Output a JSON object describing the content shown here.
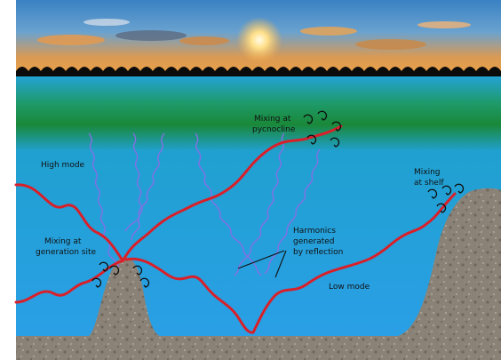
{
  "labels": {
    "high_mode": "High mode",
    "mixing_pycnocline_1": "Mixing at",
    "mixing_pycnocline_2": "pycnocline",
    "mixing_shelf_1": "Mixing",
    "mixing_shelf_2": "at shelf",
    "mixing_generation_1": "Mixing at",
    "mixing_generation_2": "generation site",
    "harmonics_1": "Harmonics",
    "harmonics_2": "generated",
    "harmonics_3": "by reflection",
    "low_mode": "Low mode"
  },
  "colors": {
    "ocean": "#2aa3e6",
    "pycnocline_green": "#1f8a3a",
    "sky_top": "#3b7fbf",
    "sunset": "#f0a040",
    "wave_surface": "#0b0b0b",
    "low_mode_wave": "#d8202a",
    "high_mode_wave": "#8a6ee6",
    "seabed_rock": "#8c8478",
    "eddy": "#0d0d0d"
  },
  "icons": {
    "eddies": "circular-arrow-eddy-icon",
    "sun": "sun-icon"
  }
}
